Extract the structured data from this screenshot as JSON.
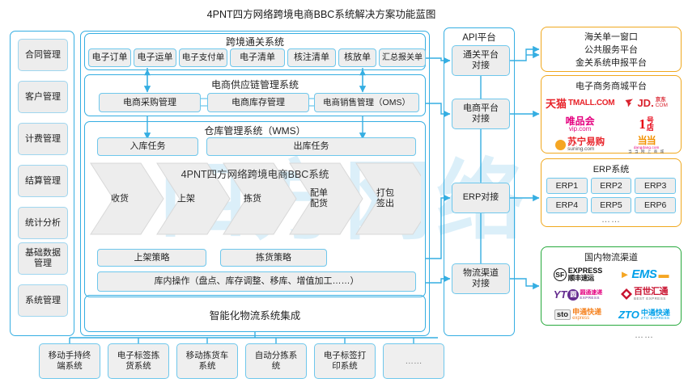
{
  "title": "4PNT四方网络跨境电商BBC系统解决方案功能蓝图",
  "colors": {
    "accent_blue": "#35aee2",
    "box_border": "#6ec7ec",
    "box_fill": "#ededed",
    "orange_panel": "#f0a81e",
    "green_panel": "#27a93c",
    "watermark": "#bfe3f5"
  },
  "watermark": {
    "text": "四方网络"
  },
  "sidebar": {
    "items": [
      {
        "label": "合同管理"
      },
      {
        "label": "客户管理"
      },
      {
        "label": "计费管理"
      },
      {
        "label": "结算管理"
      },
      {
        "label": "统计分析"
      },
      {
        "label": "基础数据\n管理"
      },
      {
        "label": "系统管理"
      }
    ]
  },
  "customs": {
    "title": "跨境通关系统",
    "items": [
      {
        "label": "电子订单"
      },
      {
        "label": "电子运单"
      },
      {
        "label": "电子支付单"
      },
      {
        "label": "电子清单"
      },
      {
        "label": "核注清单"
      },
      {
        "label": "核放单"
      },
      {
        "label": "汇总报关单"
      }
    ]
  },
  "supply_chain": {
    "title": "电商供应链管理系统",
    "items": [
      {
        "label": "电商采购管理"
      },
      {
        "label": "电商库存管理"
      },
      {
        "label": "电商销售管理（OMS）"
      }
    ]
  },
  "wms": {
    "title": "仓库管理系统（WMS）",
    "tasks": [
      {
        "label": "入库任务"
      },
      {
        "label": "出库任务"
      }
    ],
    "flow_title": "4PNT四方网络跨境电商BBC系统",
    "flow_steps": [
      {
        "label": "收货"
      },
      {
        "label": "上架"
      },
      {
        "label": "拣货"
      },
      {
        "label": "配单\n配货"
      },
      {
        "label": "打包\n签出"
      }
    ],
    "strategies": [
      {
        "label": "上架策略"
      },
      {
        "label": "拣货策略"
      }
    ],
    "operations": {
      "label": "库内操作（盘点、库存调整、移库、增值加工……）"
    }
  },
  "integration": {
    "label": "智能化物流系统集成"
  },
  "api": {
    "title": "API平台",
    "items": [
      {
        "label": "通关平台\n对接"
      },
      {
        "label": "电商平台\n对接"
      },
      {
        "label": "ERP对接"
      },
      {
        "label": "物流渠道\n对接"
      }
    ]
  },
  "panels": {
    "customs_platform": {
      "lines": [
        "海关单一窗口",
        "公共服务平台",
        "金关系统申报平台"
      ]
    },
    "ecommerce_platform": {
      "title": "电子商务商城平台",
      "logos": [
        {
          "name": "天猫 TMALL.COM"
        },
        {
          "name": "JD.COM 京东"
        },
        {
          "name": "唯品会 vip.com"
        },
        {
          "name": "1号店"
        },
        {
          "name": "当当 dangdang.com"
        },
        {
          "name": "苏宁易购 suning.com"
        },
        {
          "name": "……"
        }
      ],
      "more": "……"
    },
    "erp": {
      "title": "ERP系统",
      "items": [
        {
          "label": "ERP1"
        },
        {
          "label": "ERP2"
        },
        {
          "label": "ERP3"
        },
        {
          "label": "ERP4"
        },
        {
          "label": "ERP5"
        },
        {
          "label": "ERP6"
        }
      ],
      "more": "……"
    },
    "logistics": {
      "title": "国内物流渠道",
      "logos": [
        {
          "name": "SF EXPRESS 顺丰速运"
        },
        {
          "name": "EMS"
        },
        {
          "name": "YTO 圆通速递 EXPRESS"
        },
        {
          "name": "百世汇通 BEST EXPRESS"
        },
        {
          "name": "STO 申通快递 express"
        },
        {
          "name": "ZTO 中通快递 ZTO EXPRESS"
        }
      ],
      "more": "……"
    }
  },
  "bottom": {
    "items": [
      {
        "label": "移动手持终\n端系统"
      },
      {
        "label": "电子标签拣\n货系统"
      },
      {
        "label": "移动拣货车\n系统"
      },
      {
        "label": "自动分拣系\n统"
      },
      {
        "label": "电子标签打\n印系统"
      },
      {
        "label": "……"
      }
    ]
  }
}
